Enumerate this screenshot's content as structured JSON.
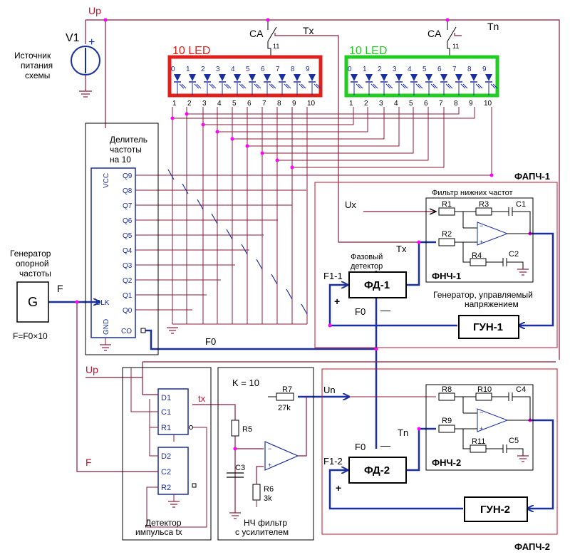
{
  "power": {
    "up_label": "Up",
    "source_name": "V1",
    "plus": "+",
    "source_desc": [
      "Источник",
      "питания",
      "схемы"
    ]
  },
  "switches": {
    "ca1": "CA",
    "tx": "Tx",
    "pin1": "11",
    "ca2": "CA",
    "tn": "Tn",
    "pin2": "11"
  },
  "led_bars": [
    {
      "title": "10 LED",
      "color": "#e0201c",
      "top_pins": [
        "0",
        "1",
        "2",
        "3",
        "4",
        "5",
        "6",
        "7",
        "8",
        "9"
      ],
      "bottom_pins": [
        "1",
        "2",
        "3",
        "4",
        "5",
        "6",
        "7",
        "8",
        "9",
        "10"
      ]
    },
    {
      "title": "10 LED",
      "color": "#22cc22",
      "top_pins": [
        "0",
        "1",
        "2",
        "3",
        "4",
        "5",
        "6",
        "7",
        "8",
        "9"
      ],
      "bottom_pins": [
        "1",
        "2",
        "3",
        "4",
        "5",
        "6",
        "7",
        "8",
        "9",
        "10"
      ]
    }
  ],
  "divider": {
    "title": [
      "Делитель",
      "частоты",
      "на 10"
    ],
    "vcc": "VCC",
    "gnd": "GND",
    "clk": "CLK",
    "co": "CO",
    "outputs": [
      "Q9",
      "Q8",
      "Q7",
      "Q6",
      "Q5",
      "Q4",
      "Q3",
      "Q2",
      "Q1",
      "Q0"
    ]
  },
  "generator": {
    "title": [
      "Генератор",
      "опорной",
      "частоты"
    ],
    "symbol": "G",
    "f_label": "F",
    "formula": "F=F0×10"
  },
  "f0_label": "F0",
  "pll1": {
    "title": "ФАПЧ-1",
    "ux": "Ux",
    "filter_title": "Фильтр нижних частот",
    "r1": "R1",
    "r3": "R3",
    "c1": "C1",
    "r2": "R2",
    "r4": "R4",
    "c2": "C2",
    "fnch": "ФНЧ-1",
    "pd_desc": [
      "Фазовый",
      "детектор"
    ],
    "tx": "Tx",
    "f1": "F1-1",
    "plus": "+",
    "fd": "ФД-1",
    "f0": "F0",
    "minus": "—",
    "vco_desc": [
      "Генератор, управляемый",
      "напряжением"
    ],
    "vco": "ГУН-1"
  },
  "pll2": {
    "title": "ФАПЧ-2",
    "un": "Un",
    "r8": "R8",
    "r10": "R10",
    "c4": "C4",
    "r9": "R9",
    "r11": "R11",
    "c5": "C5",
    "fnch": "ФНЧ-2",
    "tn": "Tn",
    "f1": "F1-2",
    "plus": "+",
    "fd": "ФД-2",
    "f0": "F0",
    "minus": "—",
    "vco": "ГУН-2"
  },
  "pulse_detector": {
    "up": "Up",
    "f": "F",
    "tx": "tx",
    "pins1": [
      "D1",
      "C1",
      "R1"
    ],
    "pins2": [
      "D2",
      "C2",
      "R2"
    ],
    "caption": [
      "Детектор",
      "импульса tx"
    ]
  },
  "lpf_amp": {
    "k": "K = 10",
    "r7": "R7",
    "r7v": "27k",
    "r5": "R5",
    "c3": "C3",
    "r6": "R6",
    "r6v": "3k",
    "caption": [
      "НЧ фильтр",
      "с усилителем"
    ]
  }
}
